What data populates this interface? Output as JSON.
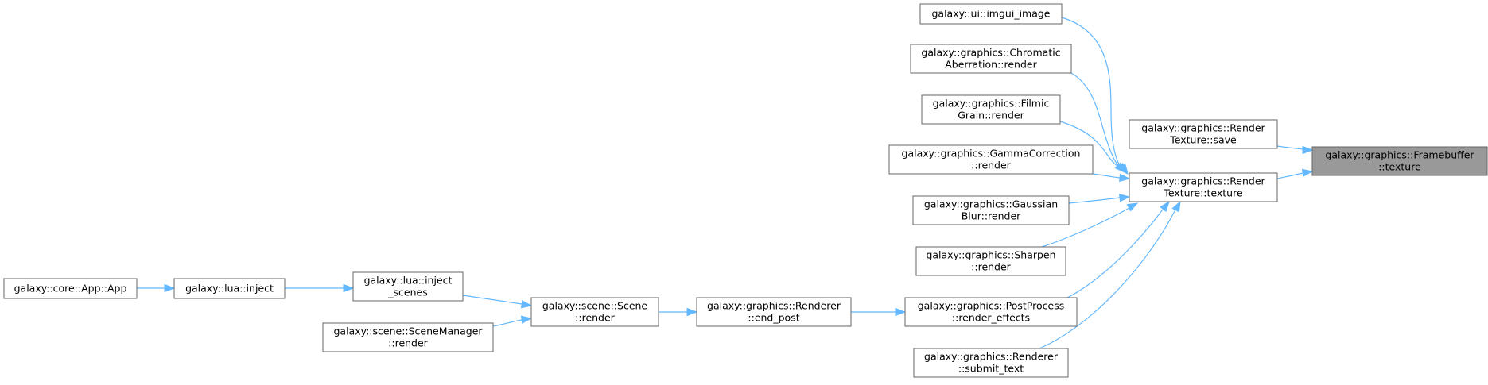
{
  "graph": {
    "nodes": [
      {
        "id": "fb_texture",
        "lines": [
          "galaxy::graphics::Framebuffer",
          "::texture"
        ],
        "root": true
      },
      {
        "id": "rt_save",
        "lines": [
          "galaxy::graphics::Render",
          "Texture::save"
        ]
      },
      {
        "id": "rt_texture",
        "lines": [
          "galaxy::graphics::Render",
          "Texture::texture"
        ]
      },
      {
        "id": "imgui_image",
        "lines": [
          "galaxy::ui::imgui_image"
        ]
      },
      {
        "id": "chromatic",
        "lines": [
          "galaxy::graphics::Chromatic",
          "Aberration::render"
        ]
      },
      {
        "id": "filmic",
        "lines": [
          "galaxy::graphics::Filmic",
          "Grain::render"
        ]
      },
      {
        "id": "gamma",
        "lines": [
          "galaxy::graphics::GammaCorrection",
          "::render"
        ]
      },
      {
        "id": "gaussian",
        "lines": [
          "galaxy::graphics::Gaussian",
          "Blur::render"
        ]
      },
      {
        "id": "sharpen",
        "lines": [
          "galaxy::graphics::Sharpen",
          "::render"
        ]
      },
      {
        "id": "postprocess",
        "lines": [
          "galaxy::graphics::PostProcess",
          "::render_effects"
        ]
      },
      {
        "id": "submit_text",
        "lines": [
          "galaxy::graphics::Renderer",
          "::submit_text"
        ]
      },
      {
        "id": "end_post",
        "lines": [
          "galaxy::graphics::Renderer",
          "::end_post"
        ]
      },
      {
        "id": "scene_render",
        "lines": [
          "galaxy::scene::Scene",
          "::render"
        ]
      },
      {
        "id": "inject_scenes",
        "lines": [
          "galaxy::lua::inject",
          "_scenes"
        ]
      },
      {
        "id": "scenemanager",
        "lines": [
          "galaxy::scene::SceneManager",
          "::render"
        ]
      },
      {
        "id": "lua_inject",
        "lines": [
          "galaxy::lua::inject"
        ]
      },
      {
        "id": "app",
        "lines": [
          "galaxy::core::App::App"
        ]
      }
    ],
    "edges": [
      {
        "from": "rt_save",
        "to": "fb_texture"
      },
      {
        "from": "rt_texture",
        "to": "fb_texture"
      },
      {
        "from": "imgui_image",
        "to": "rt_texture"
      },
      {
        "from": "chromatic",
        "to": "rt_texture"
      },
      {
        "from": "filmic",
        "to": "rt_texture"
      },
      {
        "from": "gamma",
        "to": "rt_texture"
      },
      {
        "from": "gaussian",
        "to": "rt_texture"
      },
      {
        "from": "sharpen",
        "to": "rt_texture"
      },
      {
        "from": "postprocess",
        "to": "rt_texture"
      },
      {
        "from": "submit_text",
        "to": "rt_texture"
      },
      {
        "from": "end_post",
        "to": "postprocess"
      },
      {
        "from": "scene_render",
        "to": "end_post"
      },
      {
        "from": "inject_scenes",
        "to": "scene_render"
      },
      {
        "from": "scenemanager",
        "to": "scene_render"
      },
      {
        "from": "lua_inject",
        "to": "inject_scenes"
      },
      {
        "from": "app",
        "to": "lua_inject"
      }
    ]
  }
}
